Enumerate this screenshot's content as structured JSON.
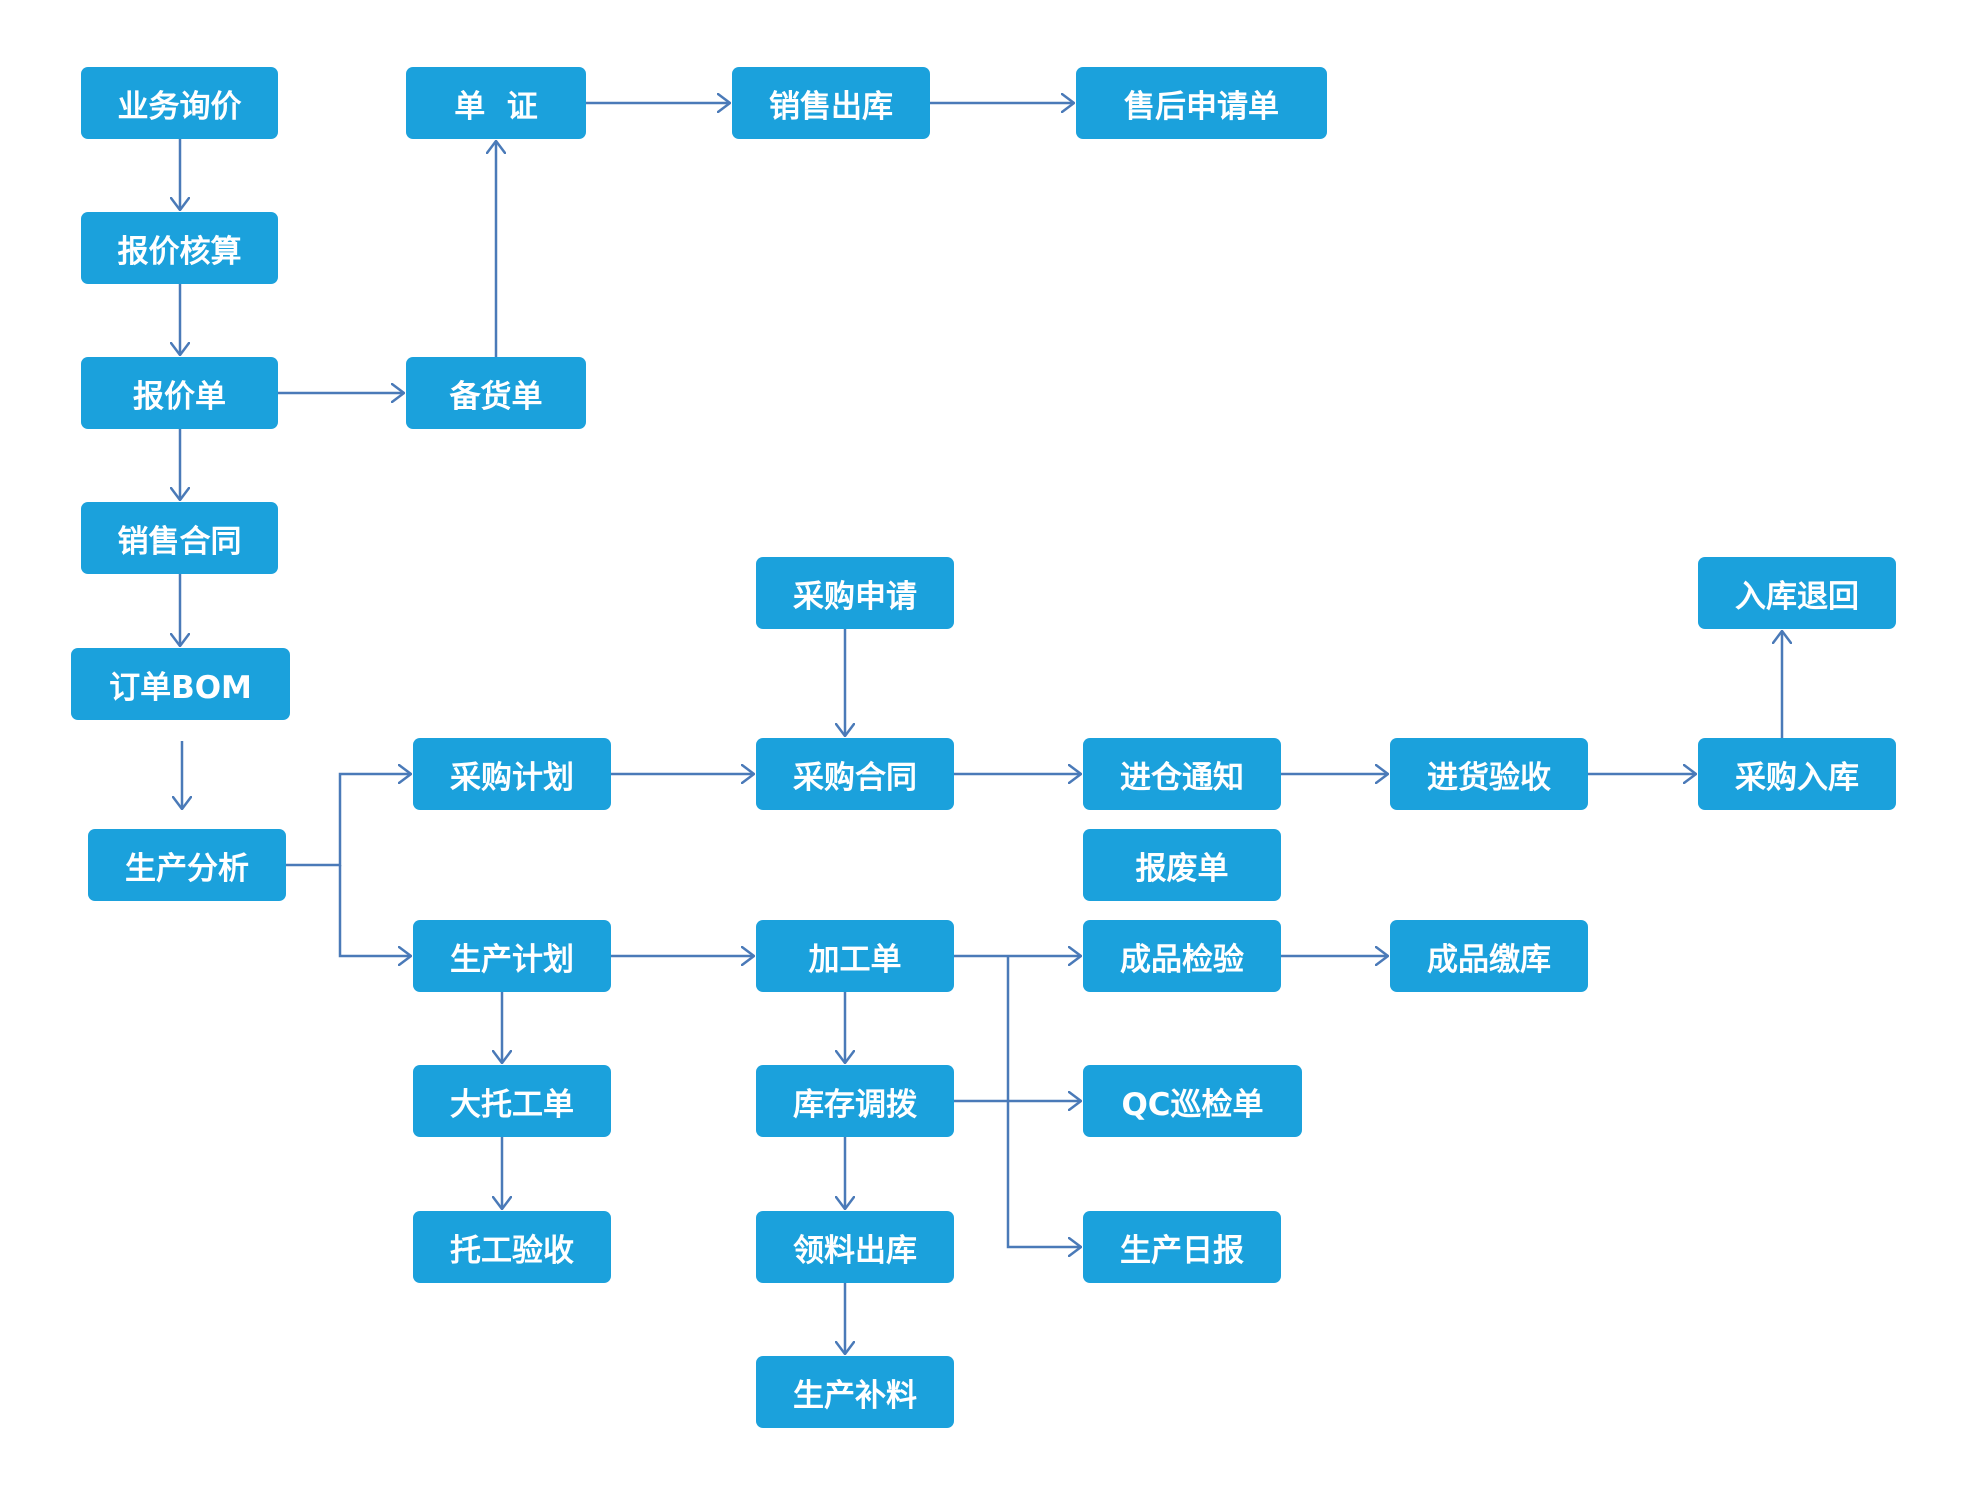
{
  "theme": {
    "node_fill": "#1BA1DC",
    "node_text": "#FFFFFF",
    "edge_color": "#4A7AB8",
    "background": "#FFFFFF"
  },
  "nodes": [
    {
      "id": "yewu-xunjia",
      "label": "业务询价"
    },
    {
      "id": "baojia-hesuan",
      "label": "报价核算"
    },
    {
      "id": "baojiadan",
      "label": "报价单"
    },
    {
      "id": "xiaoshou-hetong",
      "label": "销售合同"
    },
    {
      "id": "dingdan-bom",
      "label": "订单BOM"
    },
    {
      "id": "shengchan-fenxi",
      "label": "生产分析"
    },
    {
      "id": "danzheng",
      "label": "单  证"
    },
    {
      "id": "beihuodan",
      "label": "备货单"
    },
    {
      "id": "xiaoshou-chuku",
      "label": "销售出库"
    },
    {
      "id": "shouhou-shenqing",
      "label": "售后申请单"
    },
    {
      "id": "caigou-shenqing",
      "label": "采购申请"
    },
    {
      "id": "caigou-jihua",
      "label": "采购计划"
    },
    {
      "id": "caigou-hetong",
      "label": "采购合同"
    },
    {
      "id": "jincang-tongzhi",
      "label": "进仓通知"
    },
    {
      "id": "jinhuo-yanshou",
      "label": "进货验收"
    },
    {
      "id": "caigou-ruku",
      "label": "采购入库"
    },
    {
      "id": "ruku-tuihui",
      "label": "入库退回"
    },
    {
      "id": "baofeidan",
      "label": "报废单"
    },
    {
      "id": "shengchan-jihua",
      "label": "生产计划"
    },
    {
      "id": "jiagongdan",
      "label": "加工单"
    },
    {
      "id": "chengpin-jianyan",
      "label": "成品检验"
    },
    {
      "id": "chengpin-jiaoku",
      "label": "成品缴库"
    },
    {
      "id": "datuogongdan",
      "label": "大托工单"
    },
    {
      "id": "kucun-diaobo",
      "label": "库存调拨"
    },
    {
      "id": "qc-xunjiandan",
      "label": "QC巡检单"
    },
    {
      "id": "tuogong-yanshou",
      "label": "托工验收"
    },
    {
      "id": "lingliao-chuku",
      "label": "领料出库"
    },
    {
      "id": "shengchan-ribao",
      "label": "生产日报"
    },
    {
      "id": "shengchan-buliao",
      "label": "生产补料"
    }
  ],
  "edges": [
    [
      "yewu-xunjia",
      "baojia-hesuan"
    ],
    [
      "baojia-hesuan",
      "baojiadan"
    ],
    [
      "baojiadan",
      "xiaoshou-hetong"
    ],
    [
      "xiaoshou-hetong",
      "dingdan-bom"
    ],
    [
      "dingdan-bom",
      "shengchan-fenxi"
    ],
    [
      "baojiadan",
      "beihuodan"
    ],
    [
      "beihuodan",
      "danzheng"
    ],
    [
      "danzheng",
      "xiaoshou-chuku"
    ],
    [
      "xiaoshou-chuku",
      "shouhou-shenqing"
    ],
    [
      "shengchan-fenxi",
      "caigou-jihua"
    ],
    [
      "shengchan-fenxi",
      "shengchan-jihua"
    ],
    [
      "caigou-shenqing",
      "caigou-hetong"
    ],
    [
      "caigou-jihua",
      "caigou-hetong"
    ],
    [
      "caigou-hetong",
      "jincang-tongzhi"
    ],
    [
      "jincang-tongzhi",
      "jinhuo-yanshou"
    ],
    [
      "jinhuo-yanshou",
      "caigou-ruku"
    ],
    [
      "caigou-ruku",
      "ruku-tuihui"
    ],
    [
      "shengchan-jihua",
      "jiagongdan"
    ],
    [
      "jiagongdan",
      "chengpin-jianyan"
    ],
    [
      "chengpin-jianyan",
      "chengpin-jiaoku"
    ],
    [
      "jiagongdan",
      "qc-xunjiandan"
    ],
    [
      "jiagongdan",
      "shengchan-ribao"
    ],
    [
      "shengchan-jihua",
      "datuogongdan"
    ],
    [
      "datuogongdan",
      "tuogong-yanshou"
    ],
    [
      "jiagongdan",
      "kucun-diaobo"
    ],
    [
      "kucun-diaobo",
      "lingliao-chuku"
    ],
    [
      "lingliao-chuku",
      "shengchan-buliao"
    ]
  ]
}
